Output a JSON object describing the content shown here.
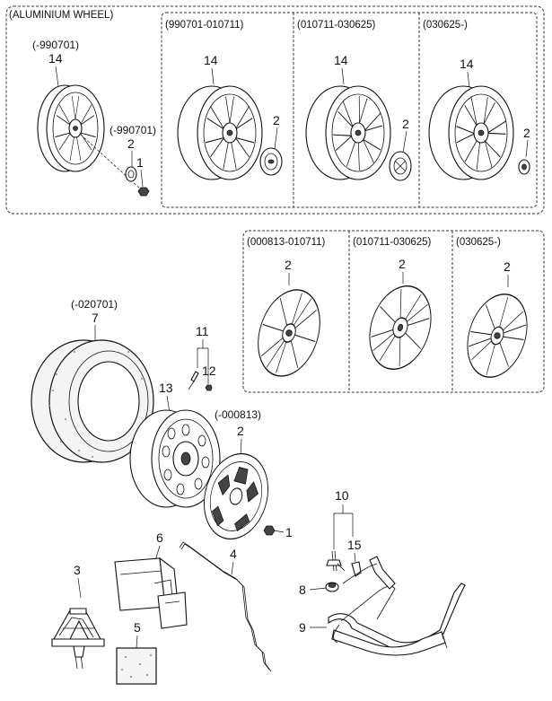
{
  "top_panel": {
    "title": "(ALUMINIUM WHEEL)",
    "section_headers": [
      "(990701-010711)",
      "(010711-030625)",
      "(030625-)"
    ],
    "first_wheel_date": "(-990701)",
    "first_cap_date": "(-990701)"
  },
  "cover_panel": {
    "section_headers": [
      "(000813-010711)",
      "(010711-030625)",
      "(030625-)"
    ]
  },
  "dates": {
    "tire": "(-020701)",
    "steel_wheel_cover": "(-000813)"
  },
  "part_numbers": {
    "p1": "1",
    "p2": "2",
    "p3": "3",
    "p4": "4",
    "p5": "5",
    "p6": "6",
    "p7": "7",
    "p8": "8",
    "p9": "9",
    "p10": "10",
    "p11": "11",
    "p12": "12",
    "p13": "13",
    "p14": "14",
    "p15": "15"
  },
  "colors": {
    "line": "#111111",
    "background": "#ffffff"
  }
}
